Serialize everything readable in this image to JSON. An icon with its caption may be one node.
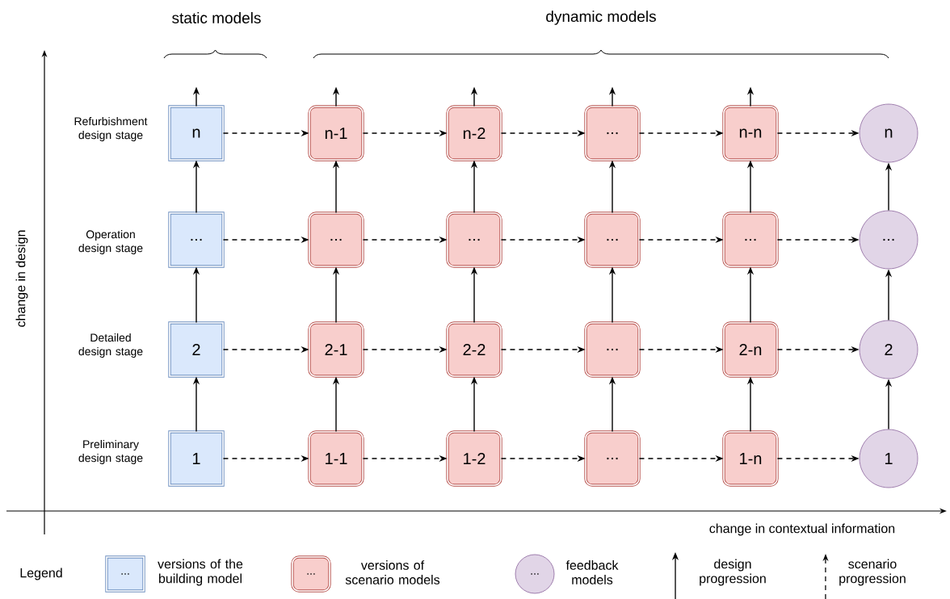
{
  "diagram": {
    "nodes": [
      {
        "text": [
          "n"
        ]
      },
      {
        "text": [
          "n-1"
        ]
      },
      {
        "text": [
          "n-2"
        ]
      },
      {
        "text": [
          "..."
        ]
      },
      {
        "text": [
          "n-n"
        ]
      },
      {
        "text": [
          "n"
        ]
      },
      {
        "text": [
          "..."
        ]
      },
      {
        "text": [
          "..."
        ]
      },
      {
        "text": [
          "..."
        ]
      },
      {
        "text": [
          "..."
        ]
      },
      {
        "text": [
          "..."
        ]
      },
      {
        "text": [
          "..."
        ]
      },
      {
        "text": [
          "2"
        ]
      },
      {
        "text": [
          "2-1"
        ]
      },
      {
        "text": [
          "2-2"
        ]
      },
      {
        "text": [
          "..."
        ]
      },
      {
        "text": [
          "2-n"
        ]
      },
      {
        "text": [
          "2"
        ]
      },
      {
        "text": [
          "1"
        ]
      },
      {
        "text": [
          "1-1"
        ]
      },
      {
        "text": [
          "1-2"
        ]
      },
      {
        "text": [
          "..."
        ]
      },
      {
        "text": [
          "1-n"
        ]
      },
      {
        "text": [
          "1"
        ]
      }
    ],
    "edges": [
      {
        "from": 0,
        "to": null,
        "arrow": "to"
      },
      {
        "from": 1,
        "to": null,
        "arrow": "to"
      },
      {
        "from": 2,
        "to": null,
        "arrow": "to"
      },
      {
        "from": 3,
        "to": null,
        "arrow": "to"
      },
      {
        "from": 4,
        "to": null,
        "arrow": "to"
      },
      {
        "from": 0,
        "to": 1,
        "arrow": "to",
        "style": "dashed"
      },
      {
        "from": 1,
        "to": 2,
        "arrow": "to",
        "style": "dashed"
      },
      {
        "from": 2,
        "to": 3,
        "arrow": "to",
        "style": "dashed"
      },
      {
        "from": 3,
        "to": 4,
        "arrow": "to",
        "style": "dashed"
      },
      {
        "from": 4,
        "to": 5,
        "arrow": "to",
        "style": "dashed"
      },
      {
        "from": 6,
        "to": 0,
        "arrow": "to"
      },
      {
        "from": 7,
        "to": 1,
        "arrow": "to"
      },
      {
        "from": 8,
        "to": 2,
        "arrow": "to"
      },
      {
        "from": 9,
        "to": 3,
        "arrow": "to"
      },
      {
        "from": 10,
        "to": 4,
        "arrow": "to"
      },
      {
        "from": 11,
        "to": 5,
        "arrow": "to"
      },
      {
        "from": 6,
        "to": 7,
        "arrow": "to",
        "style": "dashed"
      },
      {
        "from": 7,
        "to": 8,
        "arrow": "to",
        "style": "dashed"
      },
      {
        "from": 8,
        "to": 9,
        "arrow": "to",
        "style": "dashed"
      },
      {
        "from": 9,
        "to": 10,
        "arrow": "to",
        "style": "dashed"
      },
      {
        "from": 10,
        "to": 11,
        "arrow": "to",
        "style": "dashed"
      },
      {
        "from": 12,
        "to": 6,
        "arrow": "to"
      },
      {
        "from": 13,
        "to": 7,
        "arrow": "to"
      },
      {
        "from": 14,
        "to": 8,
        "arrow": "to"
      },
      {
        "from": 15,
        "to": 9,
        "arrow": "to"
      },
      {
        "from": 16,
        "to": 10,
        "arrow": "to"
      },
      {
        "from": 17,
        "to": 11,
        "arrow": "to"
      },
      {
        "from": 12,
        "to": 13,
        "arrow": "to",
        "style": "dashed"
      },
      {
        "from": 13,
        "to": 14,
        "arrow": "to",
        "style": "dashed"
      },
      {
        "from": 14,
        "to": 15,
        "arrow": "to",
        "style": "dashed"
      },
      {
        "from": 15,
        "to": 16,
        "arrow": "to",
        "style": "dashed"
      },
      {
        "from": 16,
        "to": 17,
        "arrow": "to",
        "style": "dashed"
      },
      {
        "from": 18,
        "to": 12,
        "arrow": "to"
      },
      {
        "from": 19,
        "to": 13,
        "arrow": "to"
      },
      {
        "from": 20,
        "to": 14,
        "arrow": "to"
      },
      {
        "from": 21,
        "to": 15,
        "arrow": "to"
      },
      {
        "from": 22,
        "to": 16,
        "arrow": "to"
      },
      {
        "from": 23,
        "to": 17,
        "arrow": "to"
      },
      {
        "from": 18,
        "to": 19,
        "arrow": "to",
        "style": "dashed"
      },
      {
        "from": 19,
        "to": 20,
        "arrow": "to",
        "style": "dashed"
      },
      {
        "from": 20,
        "to": 21,
        "arrow": "to",
        "style": "dashed"
      },
      {
        "from": 21,
        "to": 22,
        "arrow": "to",
        "style": "dashed"
      },
      {
        "from": 22,
        "to": 23,
        "arrow": "to",
        "style": "dashed"
      }
    ],
    "labels": [
      "static models",
      "dynamic models",
      "Refurbishment design stage",
      "Operation design stage",
      "Detailed design stage",
      "Preliminary design stage",
      "change in design",
      "change in contextual information",
      "Legend",
      "...",
      "...",
      "..."
    ],
    "legend": [
      {
        "text": "versions of the building model"
      },
      {
        "text": "versions of scenario models"
      },
      {
        "text": "feedback models"
      },
      {
        "text": "design progression"
      },
      {
        "text": "scenario progression"
      }
    ]
  }
}
